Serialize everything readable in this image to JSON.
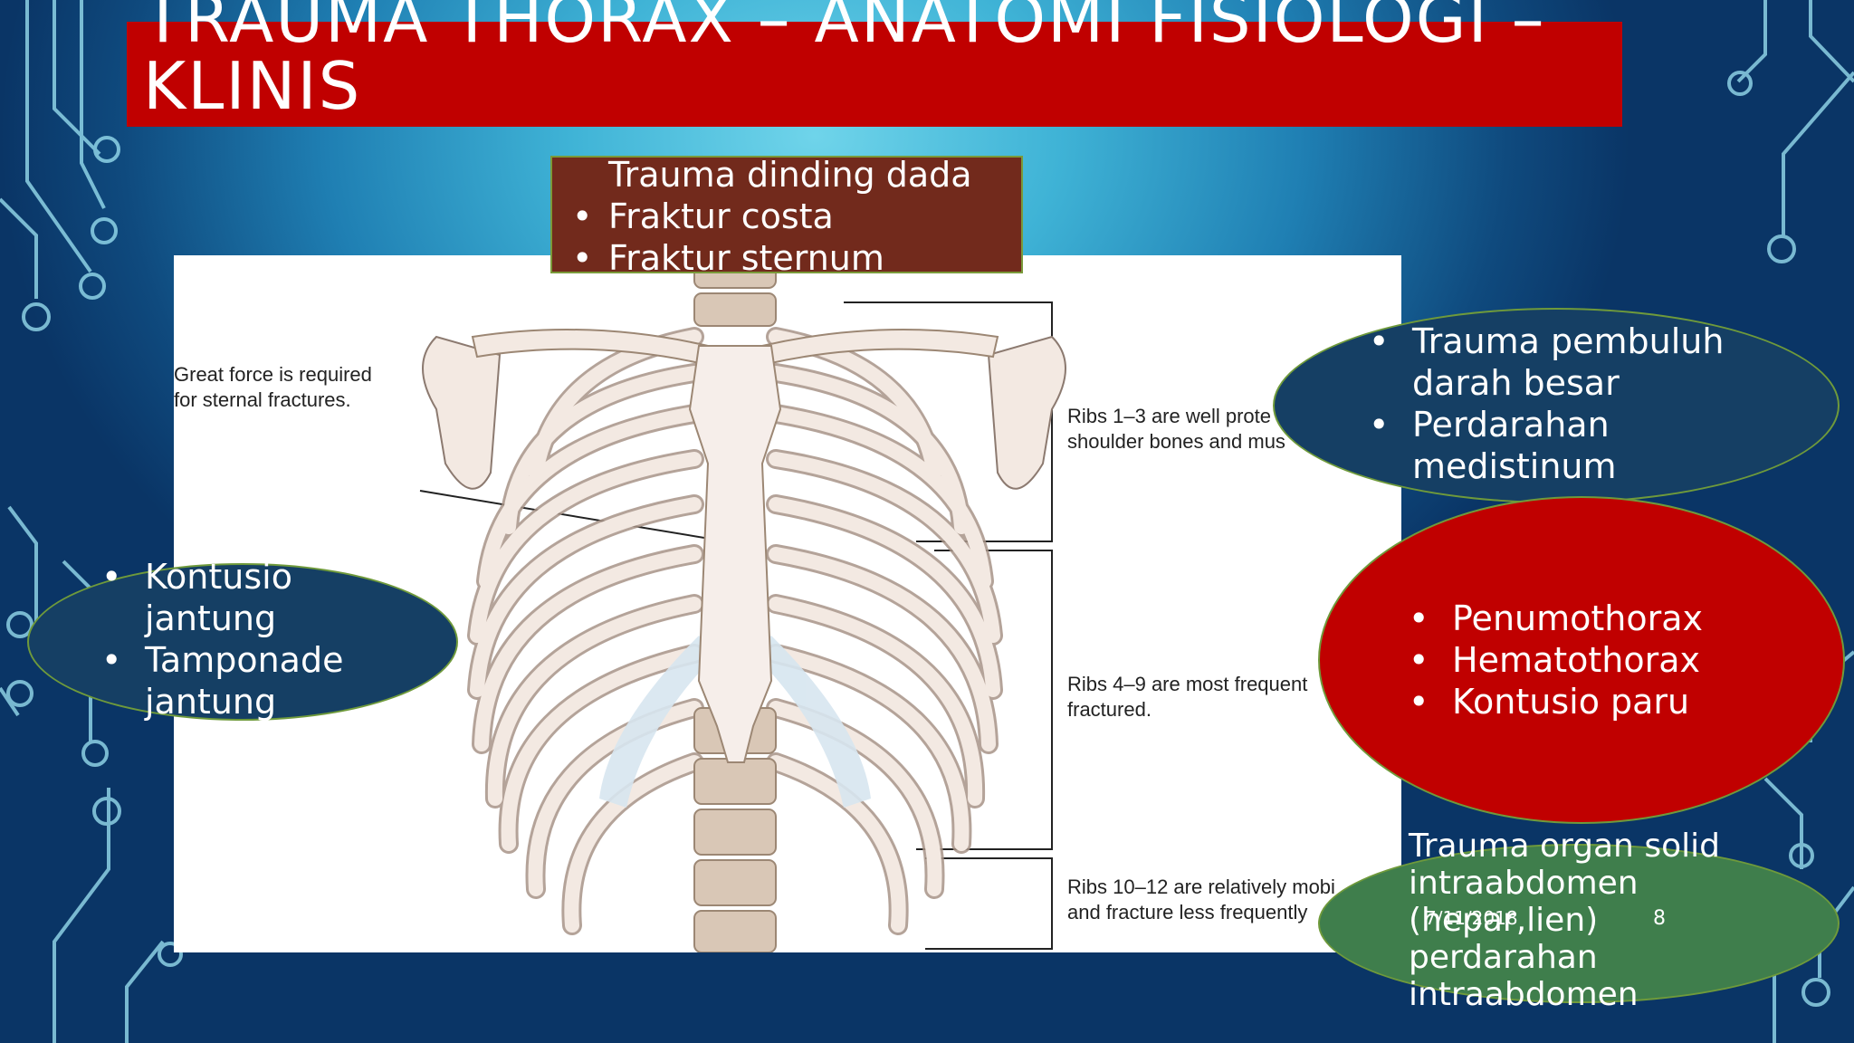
{
  "slide": {
    "title": "Trauma Thorax – Anatomi Fisiologi – Klinis",
    "date": "7/11/2018",
    "page_number": "8"
  },
  "figure": {
    "sternal_note_1": "Great force is required",
    "sternal_note_2": "for sternal fractures.",
    "ribs_upper_1": "Ribs 1–3 are well prote",
    "ribs_upper_2": "shoulder bones and mus",
    "ribs_middle_1": "Ribs 4–9 are most frequent",
    "ribs_middle_2": "fractured.",
    "ribs_lower_1": "Ribs 10–12 are relatively mobi",
    "ribs_lower_2": "and fracture less frequently"
  },
  "chest_wall": {
    "heading": "Trauma dinding dada",
    "items": [
      "Fraktur costa",
      "Fraktur sternum"
    ]
  },
  "vessels": {
    "items": [
      "Trauma pembuluh darah besar",
      "Perdarahan medistinum"
    ]
  },
  "heart": {
    "items": [
      "Kontusio jantung",
      "Tamponade jantung"
    ]
  },
  "lung": {
    "items": [
      "Penumothorax",
      "Hematothorax",
      "Kontusio paru"
    ]
  },
  "abdomen": {
    "line1": "Trauma organ solid",
    "line2": "intraabdomen",
    "line3": "(hepar,lien)",
    "line4": "perdarahan",
    "line5": "intraabdomen"
  },
  "colors": {
    "title_bar": "#c00000",
    "chest_wall_box": "#722a1c",
    "navy_ellipse": "#153f64",
    "red_ellipse": "#c00000",
    "green_ellipse": "#3f7e4c"
  }
}
